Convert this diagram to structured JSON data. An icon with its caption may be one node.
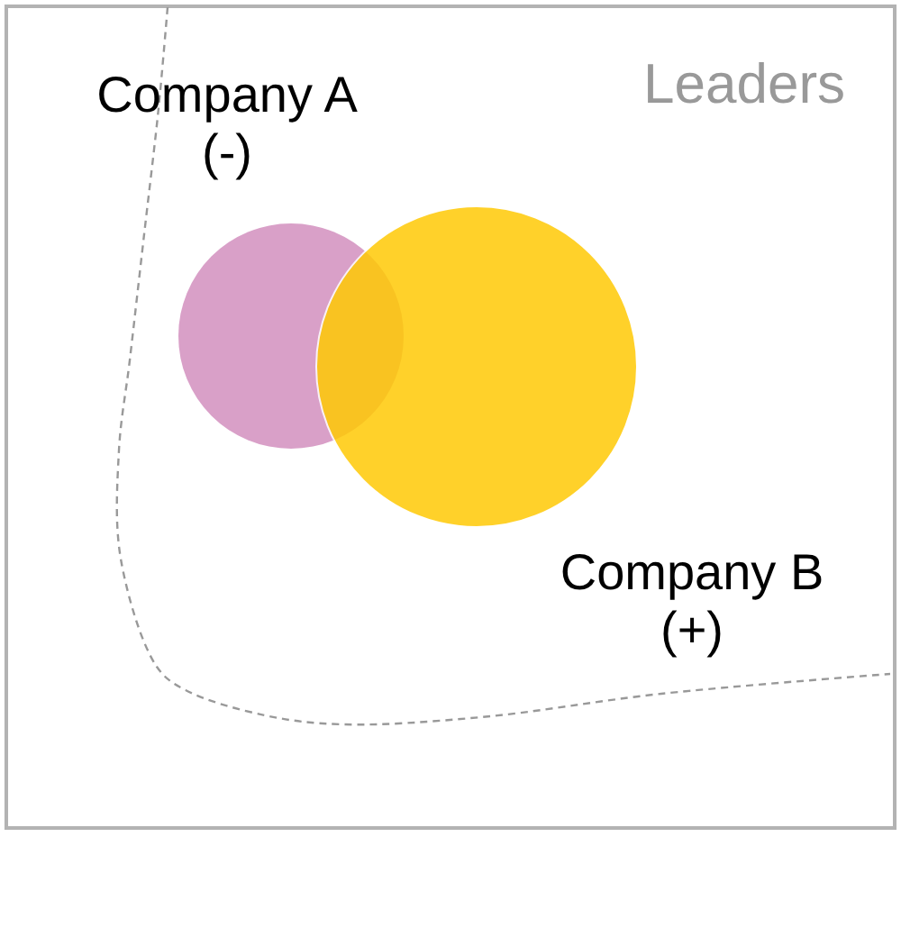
{
  "diagram": {
    "nodes": [
      {
        "text": [],
        "shape": "circle",
        "beside": [
          "Company A (-)"
        ]
      },
      {
        "text": [],
        "shape": "circle",
        "beside": [
          "Company B (+)"
        ]
      }
    ],
    "labels": [
      "Leaders"
    ]
  }
}
